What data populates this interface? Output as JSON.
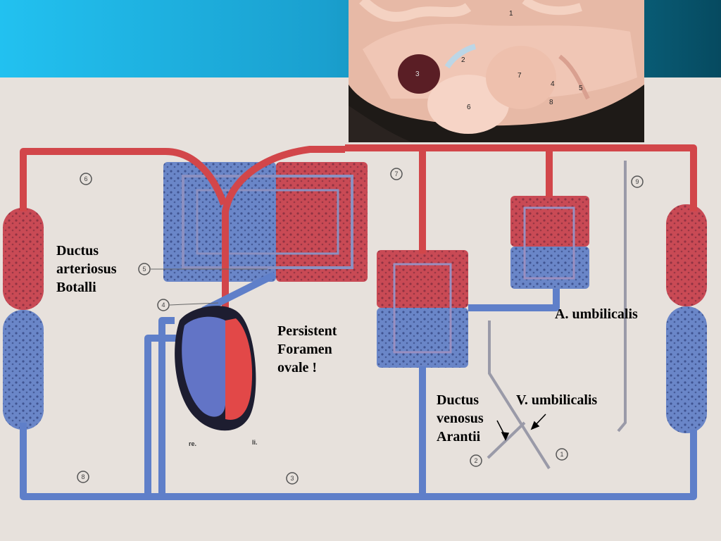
{
  "labels": {
    "ductus_arteriosus": [
      "Ductus",
      "arteriosus",
      "Botalli"
    ],
    "foramen_ovale": [
      "Persistent",
      "Foramen",
      "ovale !"
    ],
    "a_umbilicalis": "A. umbilicalis",
    "ductus_venosus": [
      "Ductus",
      "venosus",
      "Arantii"
    ],
    "v_umbilicalis": "V. umbilicalis"
  },
  "circle_numbers": [
    "1",
    "2",
    "3",
    "4",
    "5",
    "6",
    "7",
    "8",
    "9"
  ],
  "heart_letters": [
    "re.",
    "li."
  ],
  "photo_numbers": [
    "1",
    "2",
    "3",
    "4",
    "5",
    "6",
    "7",
    "8"
  ],
  "colors": {
    "arterial": "#d2464a",
    "venous": "#5f7fc9",
    "mixed_vessel": "#9a8fc0",
    "background_paper": "#e7e1dc",
    "banner": "#1aa0cf"
  }
}
